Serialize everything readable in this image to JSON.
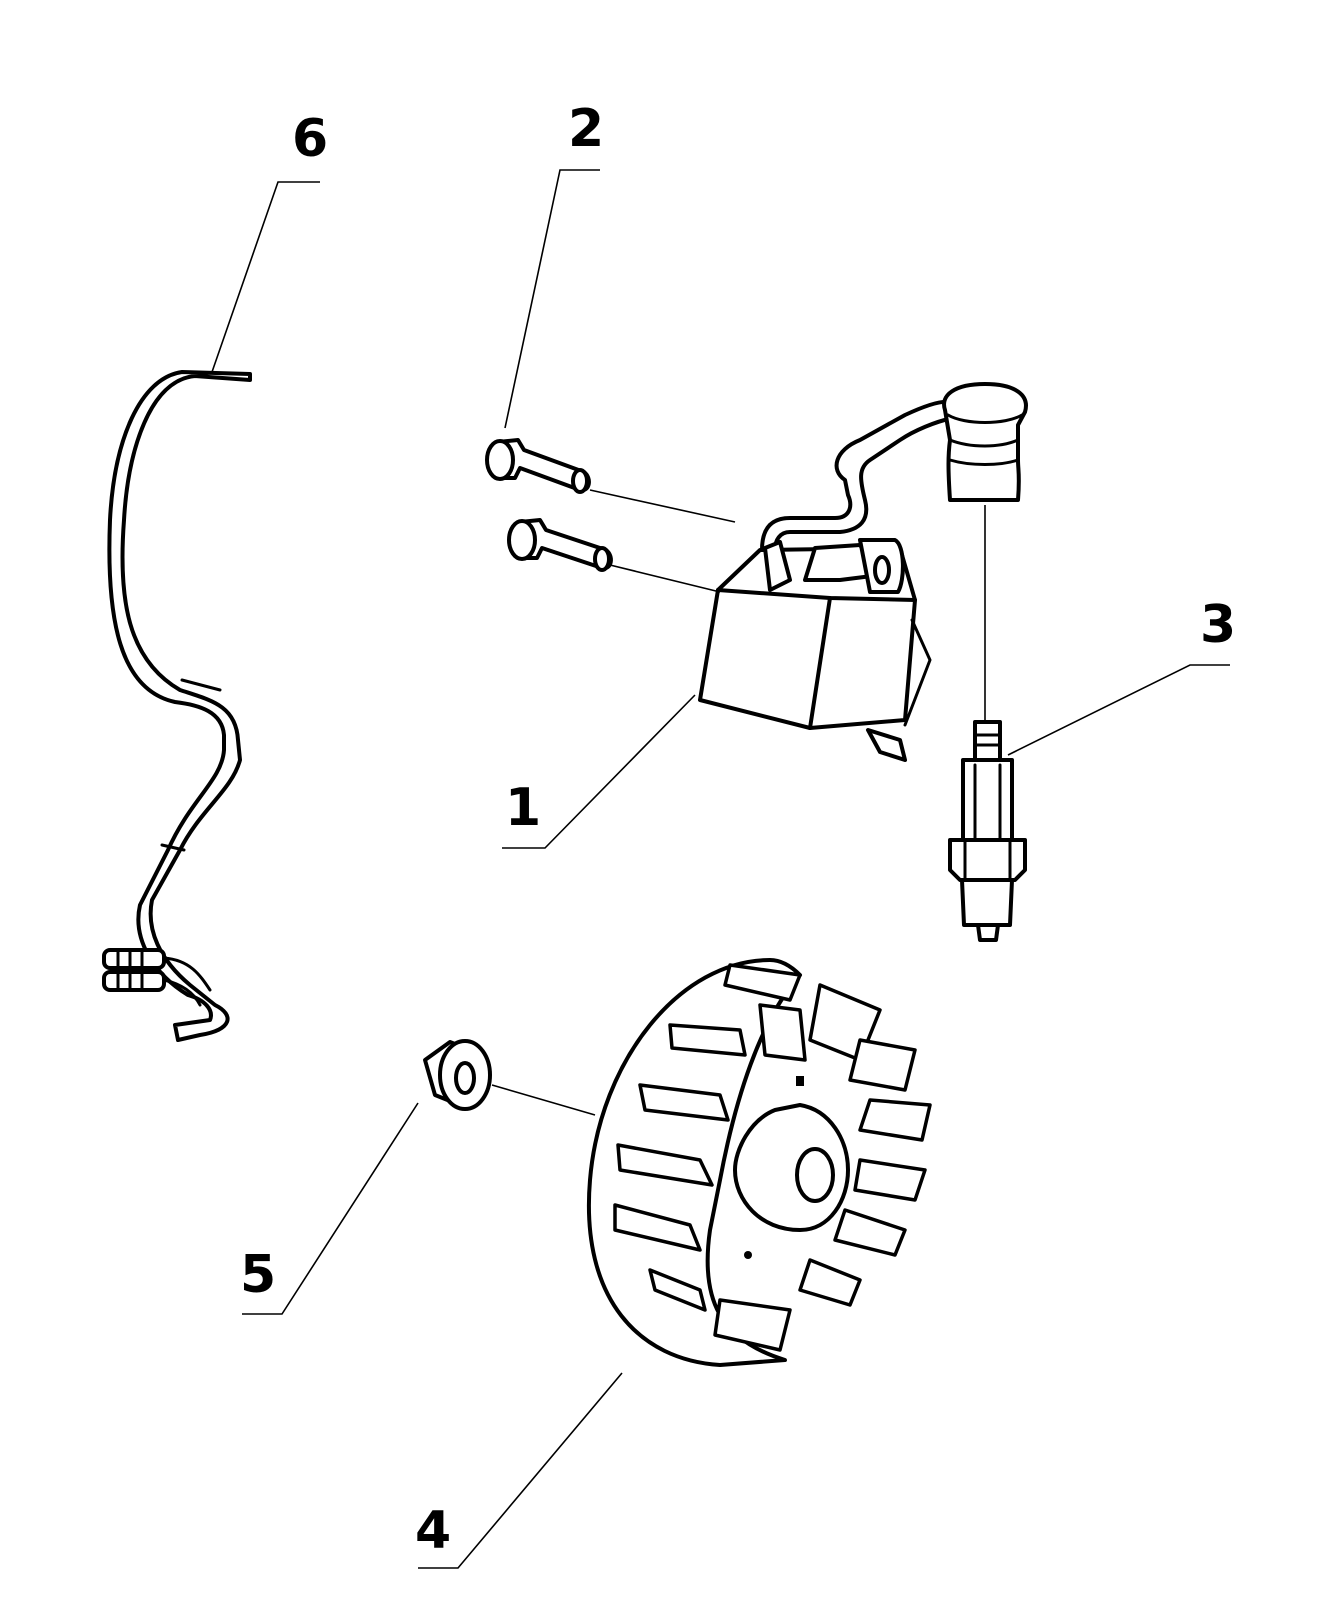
{
  "callouts": [
    {
      "id": "1",
      "label": "1"
    },
    {
      "id": "2",
      "label": "2"
    },
    {
      "id": "3",
      "label": "3"
    },
    {
      "id": "4",
      "label": "4"
    },
    {
      "id": "5",
      "label": "5"
    },
    {
      "id": "6",
      "label": "6"
    }
  ],
  "parts": [
    {
      "callout": "1",
      "icon": "ignition-coil-icon"
    },
    {
      "callout": "2",
      "icon": "screw-icon"
    },
    {
      "callout": "3",
      "icon": "spark-plug-icon"
    },
    {
      "callout": "4",
      "icon": "flywheel-icon"
    },
    {
      "callout": "5",
      "icon": "nut-icon"
    },
    {
      "callout": "6",
      "icon": "ground-wire-icon"
    }
  ],
  "colors": {
    "line": "#000000",
    "background": "#ffffff"
  }
}
